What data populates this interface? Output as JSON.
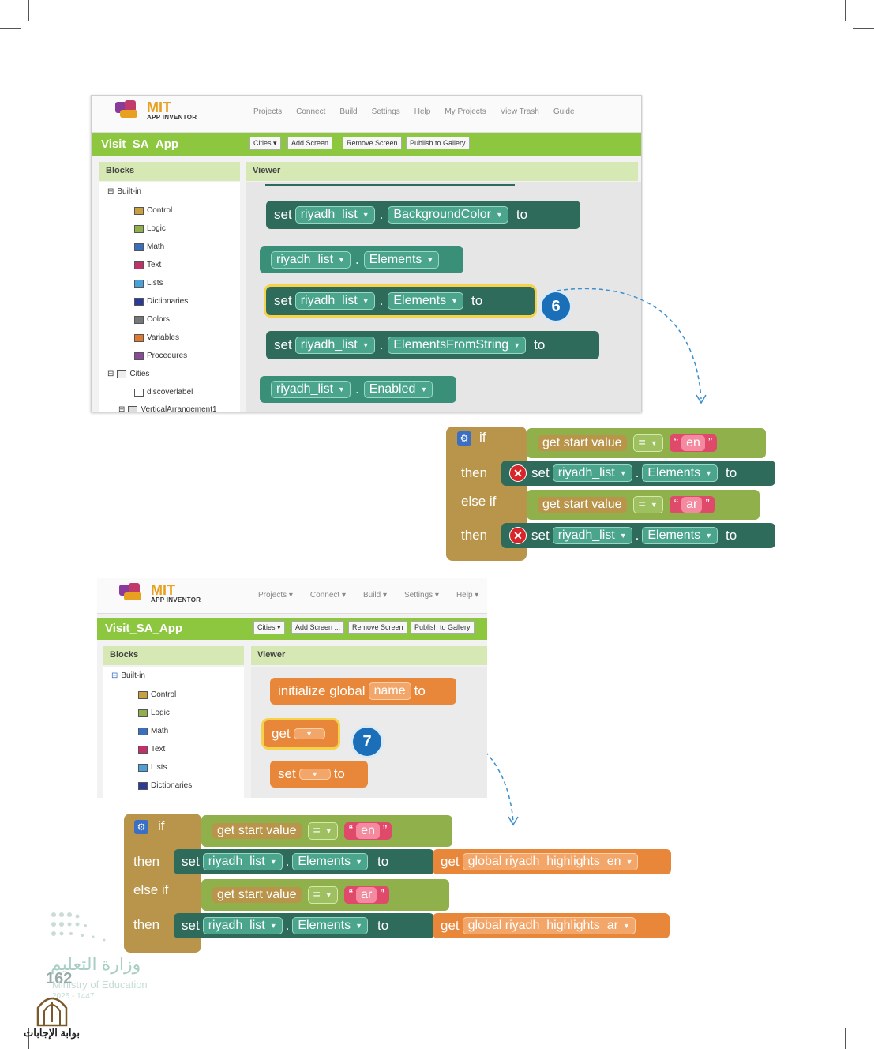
{
  "screen1": {
    "logo_main": "MIT",
    "logo_sub": "APP INVENTOR",
    "menu": [
      "Projects",
      "Connect",
      "Build",
      "Settings",
      "Help",
      "My Projects",
      "View Trash",
      "Guide"
    ],
    "app_title": "Visit_SA_App",
    "toolbar": [
      "Cities ▾",
      "Add Screen",
      "Remove Screen",
      "Publish to Gallery"
    ],
    "blocks_label": "Blocks",
    "viewer_label": "Viewer",
    "tree": {
      "builtin": "Built-in",
      "items": [
        {
          "label": "Control",
          "color": "#c8a040"
        },
        {
          "label": "Logic",
          "color": "#8fb04a"
        },
        {
          "label": "Math",
          "color": "#3a6fc0"
        },
        {
          "label": "Text",
          "color": "#c0306a"
        },
        {
          "label": "Lists",
          "color": "#4aa0d8"
        },
        {
          "label": "Dictionaries",
          "color": "#2a3a9a"
        },
        {
          "label": "Colors",
          "color": "#777777"
        },
        {
          "label": "Variables",
          "color": "#e07a30"
        },
        {
          "label": "Procedures",
          "color": "#8a4a9a"
        }
      ],
      "cities": "Cities",
      "sub1": "discoverlabel",
      "sub2": "VerticalArrangement1"
    },
    "blocks": [
      {
        "kind": "set",
        "comp": "riyadh_list",
        "prop": "BackgroundColor",
        "to": "to"
      },
      {
        "kind": "get",
        "comp": "riyadh_list",
        "prop": "Elements"
      },
      {
        "kind": "set",
        "comp": "riyadh_list",
        "prop": "Elements",
        "to": "to"
      },
      {
        "kind": "set",
        "comp": "riyadh_list",
        "prop": "ElementsFromString",
        "to": "to"
      },
      {
        "kind": "get",
        "comp": "riyadh_list",
        "prop": "Enabled"
      }
    ],
    "badge": "6"
  },
  "result1": {
    "if": "if",
    "then": "then",
    "else_if": "else if",
    "get_start": "get start value",
    "eq": "=",
    "en": "en",
    "ar": "ar",
    "set": "set",
    "comp": "riyadh_list",
    "prop": "Elements",
    "to": "to"
  },
  "screen2": {
    "logo_main": "MIT",
    "logo_sub": "APP INVENTOR",
    "menu": [
      "Projects ▾",
      "Connect ▾",
      "Build ▾",
      "Settings ▾",
      "Help ▾"
    ],
    "app_title": "Visit_SA_App",
    "toolbar": [
      "Cities ▾",
      "Add Screen ...",
      "Remove Screen",
      "Publish to Gallery"
    ],
    "blocks_label": "Blocks",
    "viewer_label": "Viewer",
    "tree": {
      "builtin": "Built-in",
      "items": [
        {
          "label": "Control",
          "color": "#c8a040"
        },
        {
          "label": "Logic",
          "color": "#8fb04a"
        },
        {
          "label": "Math",
          "color": "#3a6fc0"
        },
        {
          "label": "Text",
          "color": "#c0306a"
        },
        {
          "label": "Lists",
          "color": "#4aa0d8"
        },
        {
          "label": "Dictionaries",
          "color": "#2a3a9a"
        }
      ]
    },
    "init": "initialize global",
    "name": "name",
    "to": "to",
    "get": "get",
    "set": "set",
    "badge": "7"
  },
  "result2": {
    "if": "if",
    "then": "then",
    "else_if": "else if",
    "get_start": "get start value",
    "eq": "=",
    "en": "en",
    "ar": "ar",
    "set": "set",
    "comp": "riyadh_list",
    "prop": "Elements",
    "to": "to",
    "get": "get",
    "global_en": "global riyadh_highlights_en",
    "global_ar": "global riyadh_highlights_ar"
  },
  "footer": {
    "ministry_ar": "وزارة التعليم",
    "ministry_en": "Ministry of Education",
    "years": "2025 - 1447",
    "page_number": "162",
    "portal": "بوابة الإجابات"
  }
}
